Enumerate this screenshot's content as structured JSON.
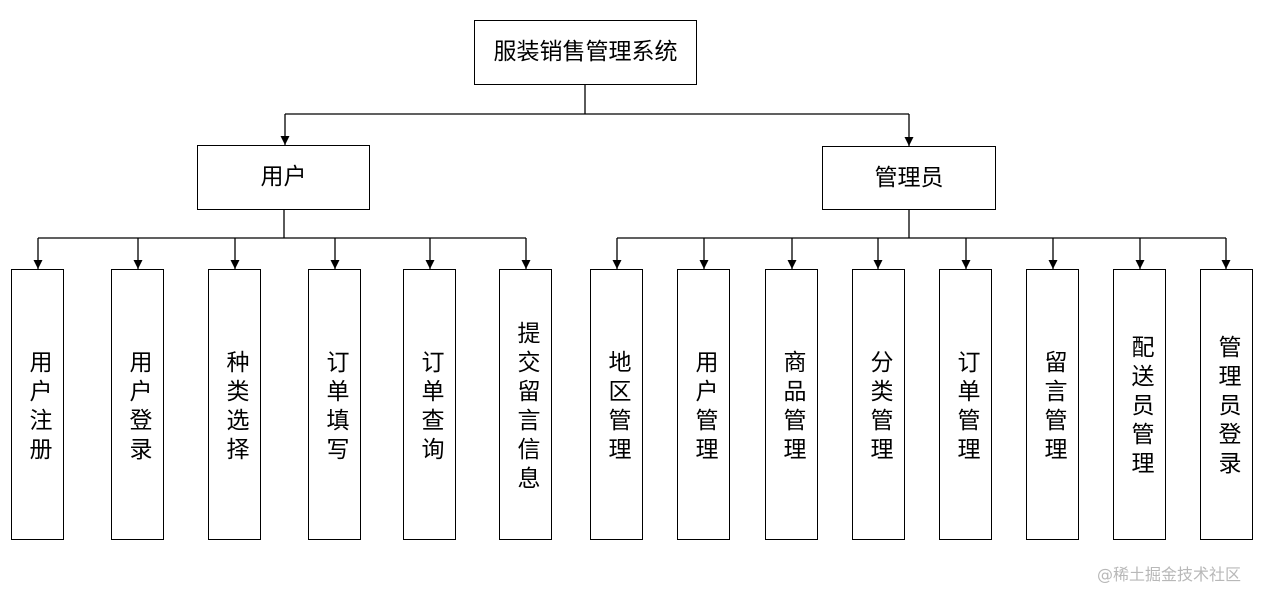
{
  "root": {
    "label": "服装销售管理系统"
  },
  "branches": [
    {
      "label": "用户",
      "children": [
        "用户注册",
        "用户登录",
        "种类选择",
        "订单填写",
        "订单查询",
        "提交留言信息"
      ]
    },
    {
      "label": "管理员",
      "children": [
        "地区管理",
        "用户管理",
        "商品管理",
        "分类管理",
        "订单管理",
        "留言管理",
        "配送员管理",
        "管理员登录"
      ]
    }
  ],
  "watermark": "@稀土掘金技术社区",
  "colors": {
    "line": "#000000",
    "background": "#ffffff",
    "watermark": "#b8b8b8"
  }
}
